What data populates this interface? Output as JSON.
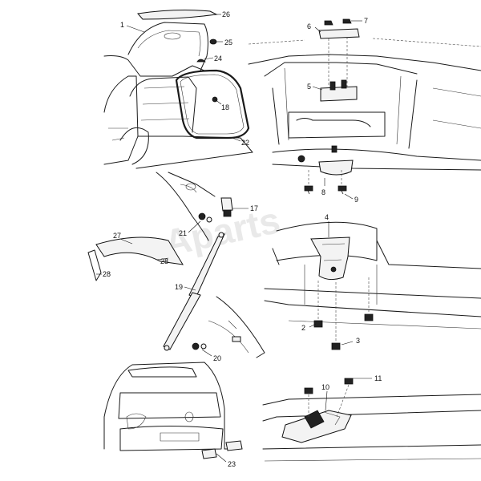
{
  "watermark": "Aparts",
  "callouts": {
    "c1": "1",
    "c2": "2",
    "c3": "3",
    "c4": "4",
    "c5": "5",
    "c6": "6",
    "c7": "7",
    "c8": "8",
    "c9": "9",
    "c10": "10",
    "c11": "11",
    "c17": "17",
    "c18": "18",
    "c19": "19",
    "c20": "20",
    "c21": "21",
    "c22": "22",
    "c23": "23",
    "c24": "24",
    "c25": "25",
    "c26": "26",
    "c27": "27",
    "c28a": "28",
    "c28b": "28"
  }
}
